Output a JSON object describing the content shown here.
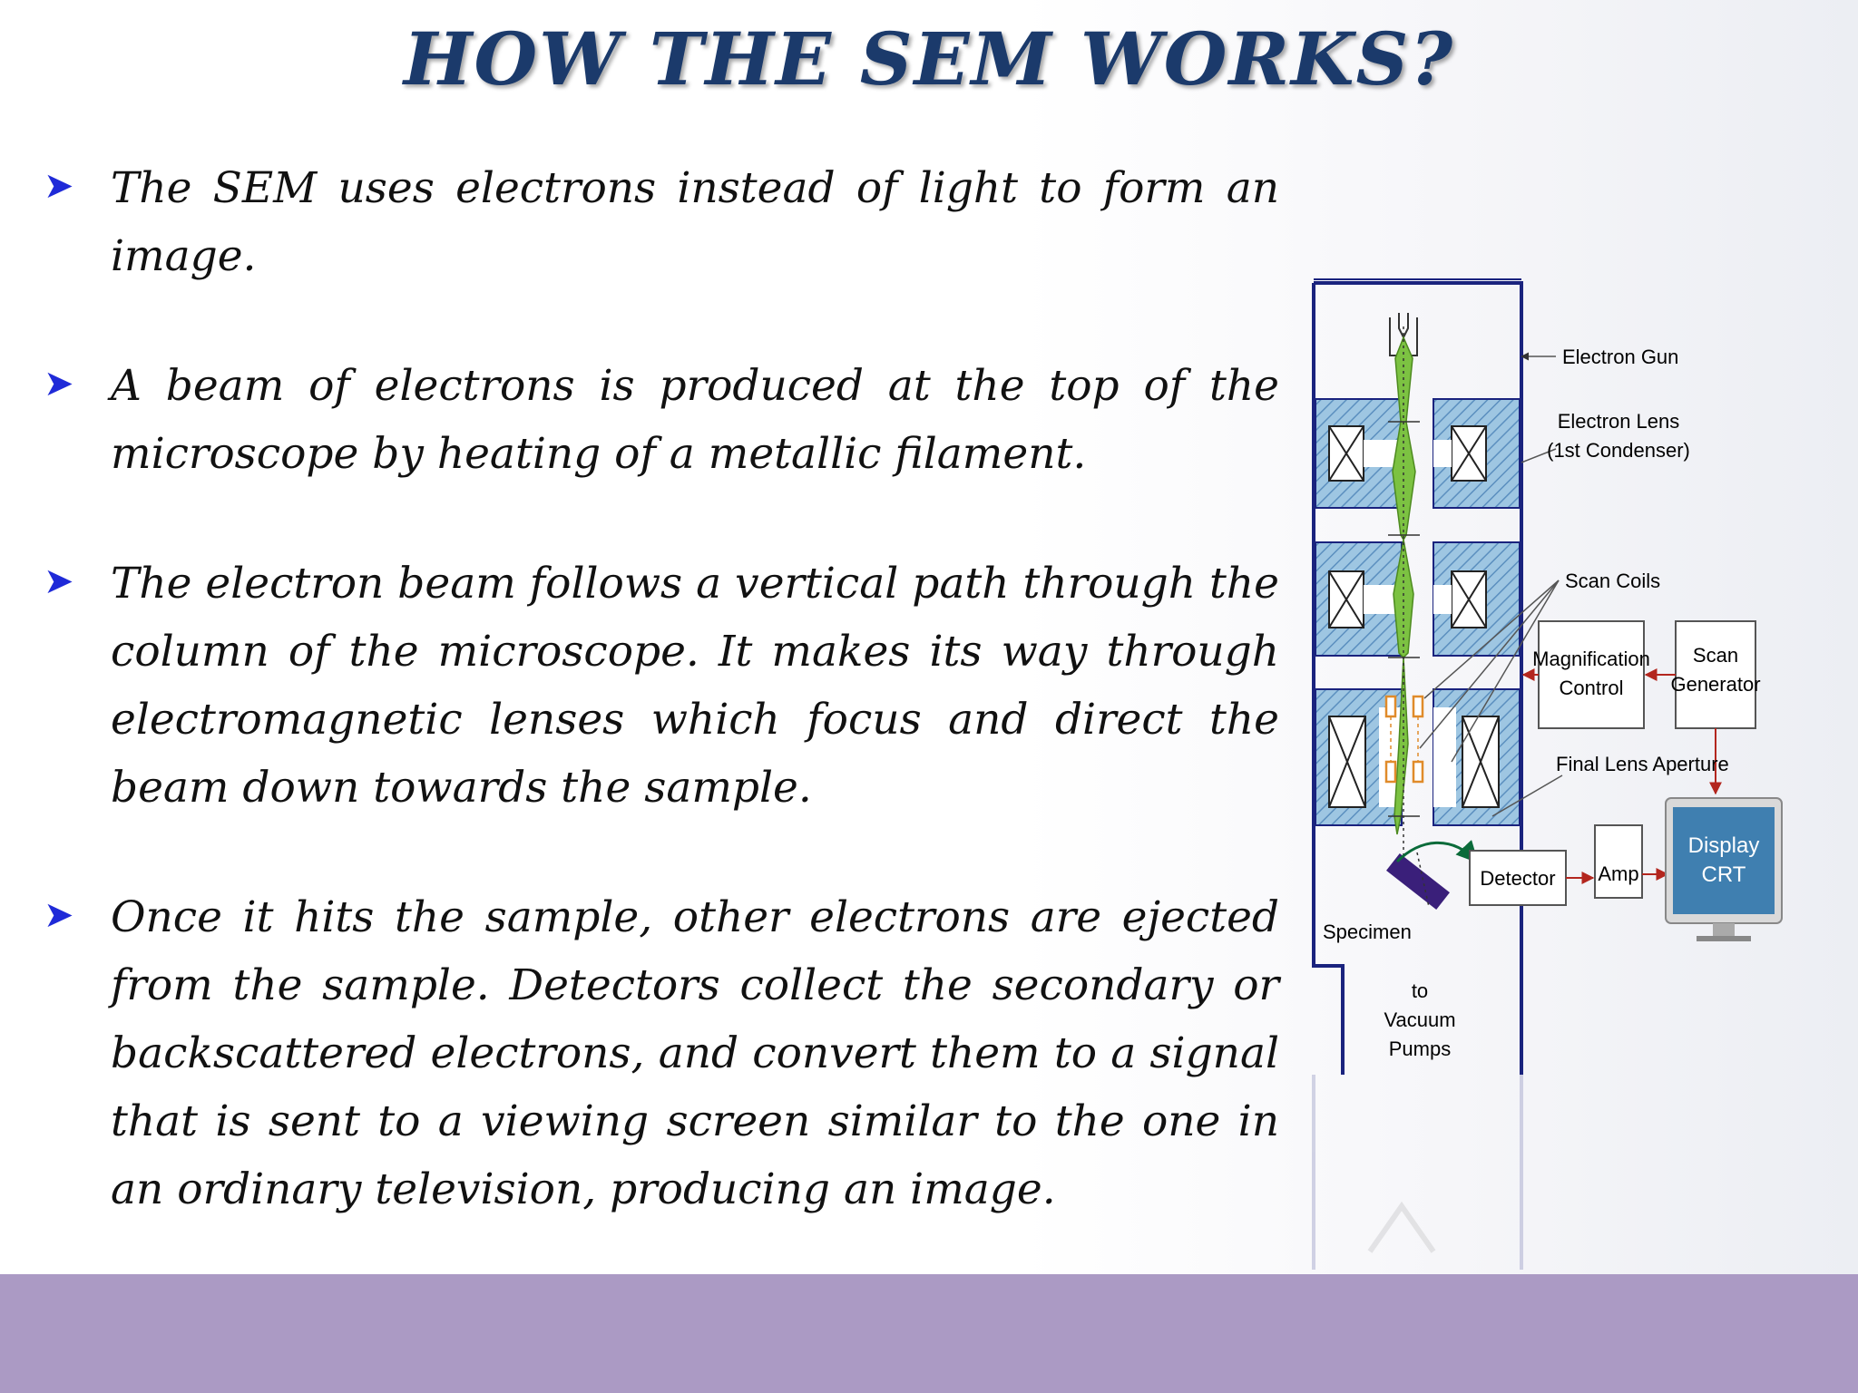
{
  "slide": {
    "title": "HOW THE  SEM WORKS?",
    "bullets": [
      {
        "marker": "➤",
        "text": "The SEM uses electrons instead of light to form an image."
      },
      {
        "marker": "➤",
        "text": " A beam of electrons is produced at the top of the microscope by heating of a metallic filament."
      },
      {
        "marker": "➤",
        "text": " The electron beam follows a vertical path through the column of the microscope. It makes its way through electromagnetic lenses which focus and direct the beam down towards the sample."
      },
      {
        "marker": "➤",
        "text": " Once it hits the sample, other electrons  are ejected from the sample. Detectors collect the secondary or backscattered electrons, and convert them to a signal that is sent to a viewing screen similar to the one in an ordinary television, producing an image."
      }
    ]
  },
  "diagram": {
    "labels": {
      "electron_gun": "Electron Gun",
      "electron_lens_1": "Electron Lens",
      "electron_lens_2": "(1st Condenser)",
      "scan_coils": "Scan Coils",
      "magnification_1": "Magnification",
      "magnification_2": "Control",
      "scan_gen_1": "Scan",
      "scan_gen_2": "Generator",
      "final_lens_aperture": "Final Lens Aperture",
      "detector": "Detector",
      "amp": "Amp",
      "display_1": "Display",
      "display_2": "CRT",
      "specimen": "Specimen",
      "vacuum_1": "to",
      "vacuum_2": "Vacuum",
      "vacuum_3": "Pumps"
    },
    "colors": {
      "column_outline": "#1a237e",
      "lens_fill": "#9ec6e2",
      "beam": "#7cc242",
      "display_screen": "#3f7fb0",
      "coil": "#e08b2a",
      "specimen": "#3a1f7a",
      "arrow": "#b3261e",
      "detector_arrow": "#0b6b3a"
    }
  }
}
